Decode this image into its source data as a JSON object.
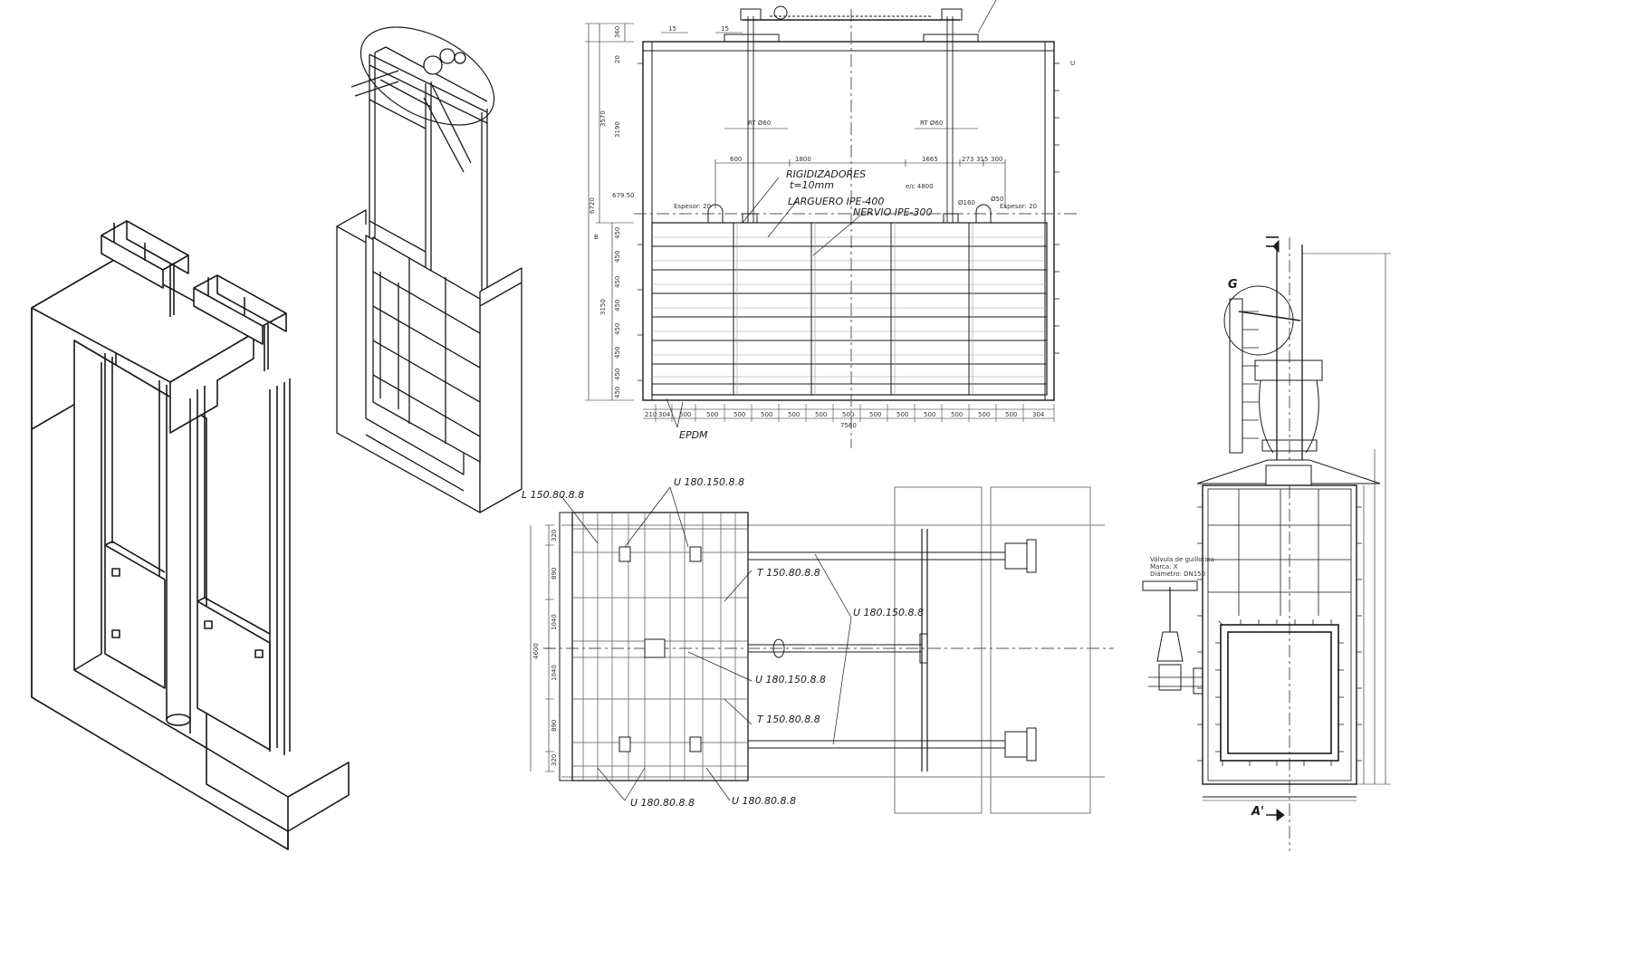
{
  "front_view": {
    "dim_top_left": "15",
    "dim_top_right": "15",
    "rt_left": "RT Ø60",
    "rt_right": "RT Ø60",
    "top_spans": [
      "600",
      "1800",
      "1665",
      "273",
      "315",
      "300"
    ],
    "rigidizadores": "RIGIDIZADORES",
    "rigidizadores_t": "t=10mm",
    "ejes": "e/c 4800",
    "larguero": "LARGUERO IPE-400",
    "nervio": "NERVIO IPE-300",
    "espesor_left": "Espesor: 20",
    "espesor_right": "Espesor: 20",
    "d160": "Ø160",
    "d50": "Ø50",
    "b_mark": "B",
    "u_mark": "U",
    "left_dims": [
      "360",
      "20",
      "3570",
      "3190",
      "6720",
      "679.50",
      "3150"
    ],
    "panel_dims": [
      "450",
      "450",
      "450",
      "450",
      "450",
      "450",
      "450",
      "450"
    ],
    "bottom_dims": [
      "210",
      "304",
      "500",
      "500",
      "500",
      "500",
      "500",
      "500",
      "500",
      "500",
      "500",
      "500",
      "500",
      "500",
      "500",
      "304"
    ],
    "total_width": "7560",
    "epdm": "EPDM"
  },
  "plan_view": {
    "l_profile": "L 150.80.8.8",
    "u_top": "U 180.150.8.8",
    "t_upper": "T 150.80.8.8",
    "u_right": "U 180.150.8.8",
    "u_center": "U 180.150.8.8",
    "t_lower": "T 150.80.8.8",
    "u_bottom_left": "U 180.80.8.8",
    "u_bottom_right": "U 180.80.8.8",
    "side_dims": [
      "320",
      "890",
      "1040",
      "1040",
      "890",
      "320"
    ],
    "total": "4600"
  },
  "side_view": {
    "detail_g": "G",
    "section_a": "A'",
    "valve_note_1": "Válvula de guillotina",
    "valve_note_2": "Marca: X",
    "valve_note_3": "Diámetro: DN150"
  },
  "colors": {
    "line": "#1a1a1a",
    "light": "#777777",
    "background": "#ffffff"
  }
}
